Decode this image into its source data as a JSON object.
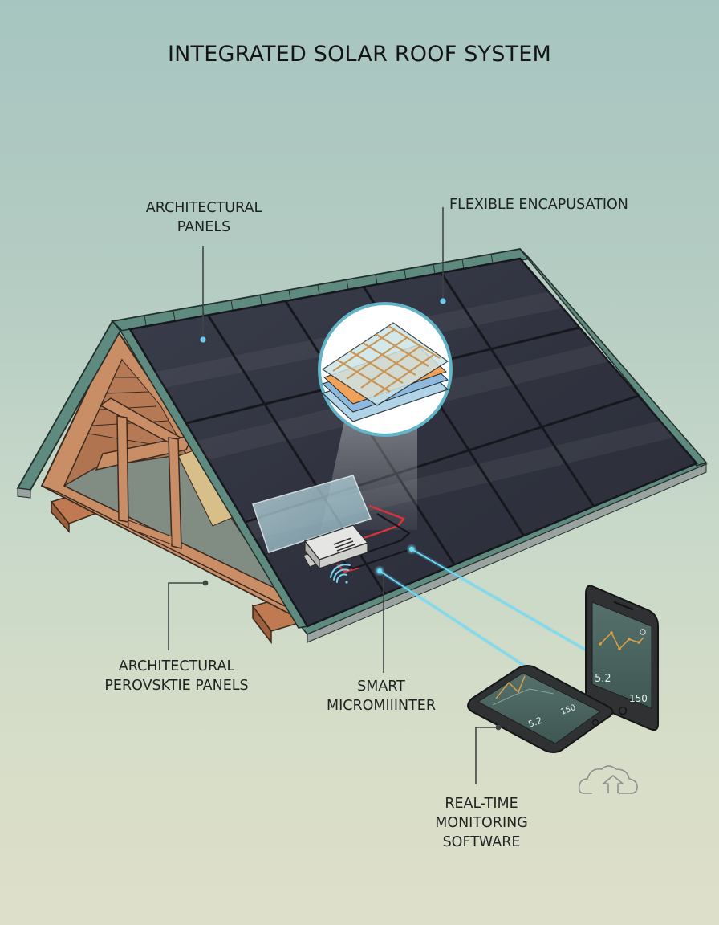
{
  "title": "INTEGRATED SOLAR ROOF SYSTEM",
  "labels": {
    "architectural_panels": {
      "line1": "ARCHITECTURAL",
      "line2": "PANELS"
    },
    "flexible_encapsulation": {
      "line1": "FLEXIBLE ENCAPUSATION"
    },
    "architectural_perovskite_panels": {
      "line1": "ARCHITECTURAL",
      "line2": "PEROVSKTIE PANELS"
    },
    "smart_microinverter": {
      "line1": "SMART",
      "line2": "MICROMIIINTER"
    },
    "monitoring_software": {
      "line1": "REAL-TIME",
      "line2": "MONITORING",
      "line3": "SOFTWARE"
    }
  },
  "components": [
    {
      "id": "roof",
      "name": "Gable roof with integrated solar panels",
      "panel_grid": "3 rows x 5 columns"
    },
    {
      "id": "encapsulation-detail",
      "name": "Layered encapsulation callout",
      "layers": [
        "glass top",
        "grid mesh",
        "orange cell layer",
        "blue backsheet"
      ]
    },
    {
      "id": "microinverter",
      "name": "Smart microinverter box with red/black cabling"
    },
    {
      "id": "wireless",
      "name": "Wi-Fi signal icon"
    },
    {
      "id": "tablet",
      "name": "Tablet showing monitoring dashboard",
      "readouts": [
        "5.2",
        "150"
      ]
    },
    {
      "id": "phone",
      "name": "Smartphone showing monitoring dashboard",
      "readouts": [
        "5.2",
        "150"
      ]
    },
    {
      "id": "cloud",
      "name": "Cloud upload icon"
    }
  ],
  "colors": {
    "background_top": "#a7c5c0",
    "background_bottom": "#dedfca",
    "panel": "#343744",
    "panel_frame": "#1d1f27",
    "roof_trim": "#5f8a7f",
    "timber": "#c98e66",
    "data_beam": "#4fd0f5",
    "cable_red": "#d8333a",
    "chart_line": "#e0a040",
    "layer_orange": "#f0a25a",
    "layer_blue": "#8fb9dc"
  }
}
